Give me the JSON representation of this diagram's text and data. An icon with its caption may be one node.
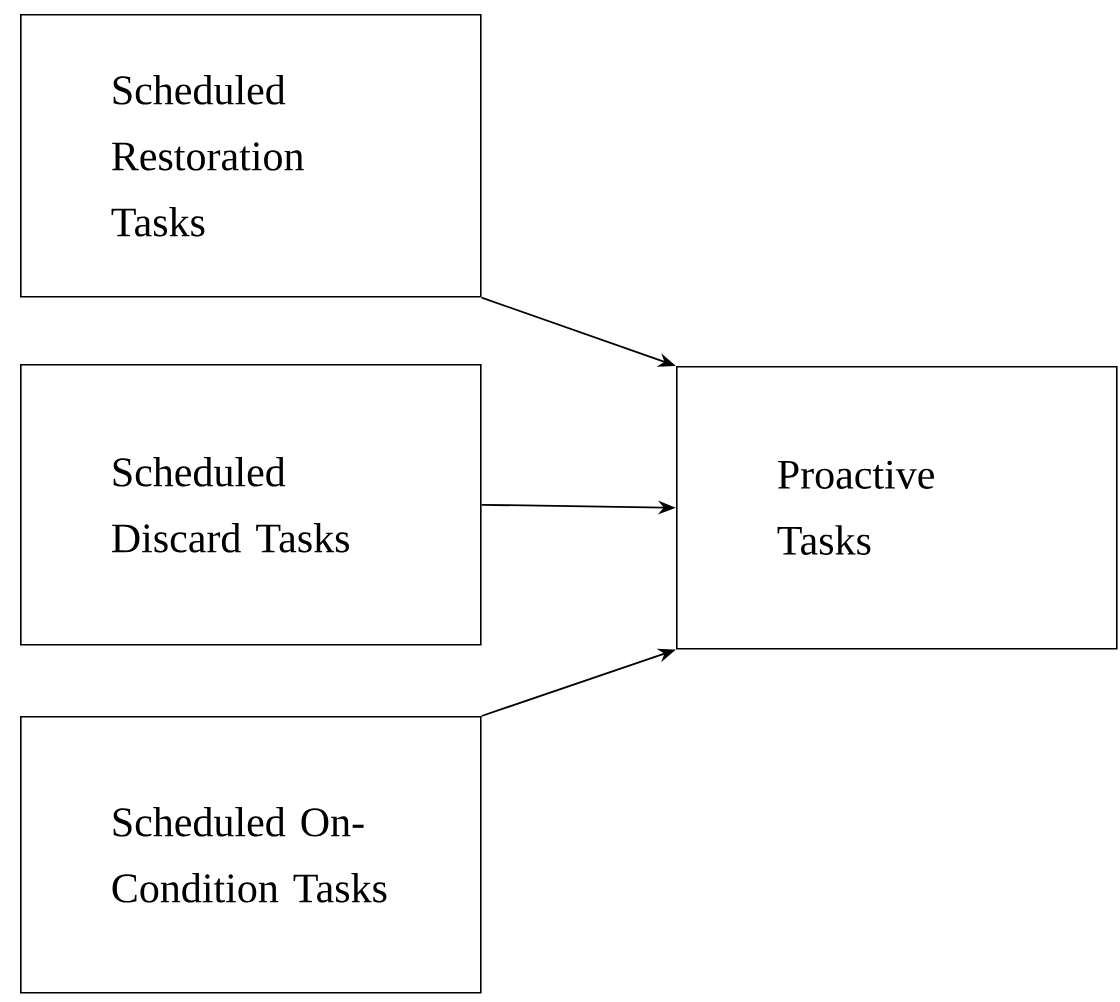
{
  "diagram": {
    "nodes": [
      {
        "text": [
          "Scheduled Restoration Tasks"
        ]
      },
      {
        "text": [
          "Scheduled Discard Tasks"
        ]
      },
      {
        "text": [
          "Scheduled On-Condition Tasks"
        ]
      },
      {
        "text": [
          "Proactive Tasks"
        ]
      }
    ],
    "edges": [
      {
        "from": 0,
        "to": 3,
        "arrow": "to"
      },
      {
        "from": 1,
        "to": 3,
        "arrow": "to"
      },
      {
        "from": 2,
        "to": 3,
        "arrow": "to"
      }
    ]
  }
}
